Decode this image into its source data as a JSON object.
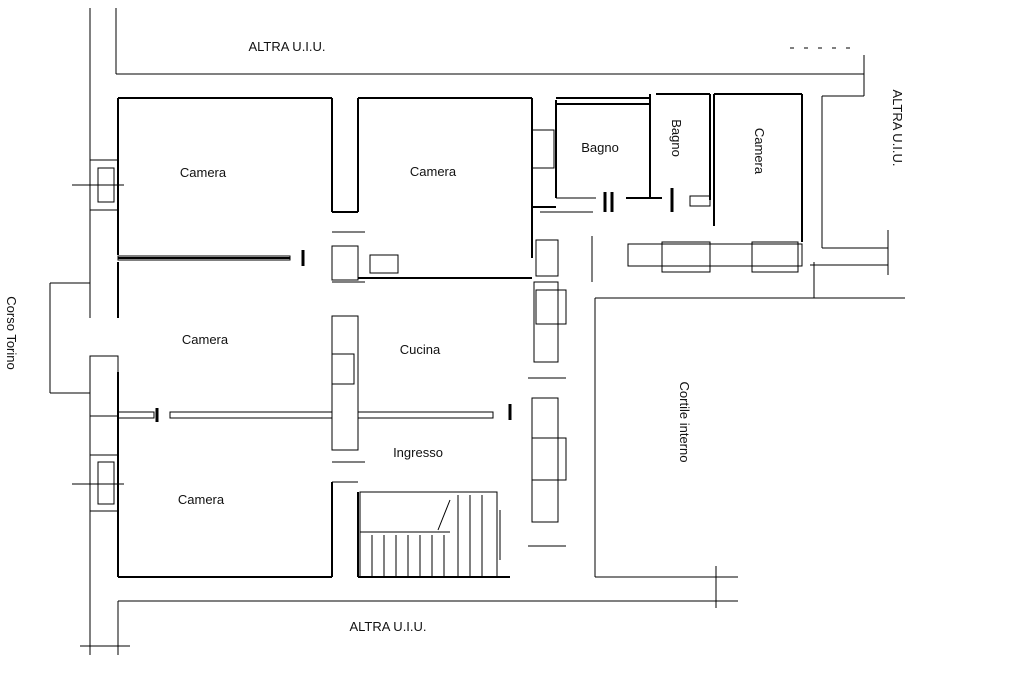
{
  "plan": {
    "neighbors": {
      "top": "ALTRA U.I.U.",
      "right": "ALTRA U.I.U.",
      "bottom": "ALTRA U.I.U."
    },
    "street": "Corso Torino",
    "courtyard": "Cortile interno",
    "rooms": {
      "camera_top_left": "Camera",
      "camera_top_middle": "Camera",
      "camera_middle_left": "Camera",
      "camera_bottom_left": "Camera",
      "camera_right": "Camera",
      "cucina": "Cucina",
      "ingresso": "Ingresso",
      "bagno_1": "Bagno",
      "bagno_2": "Bagno"
    }
  }
}
